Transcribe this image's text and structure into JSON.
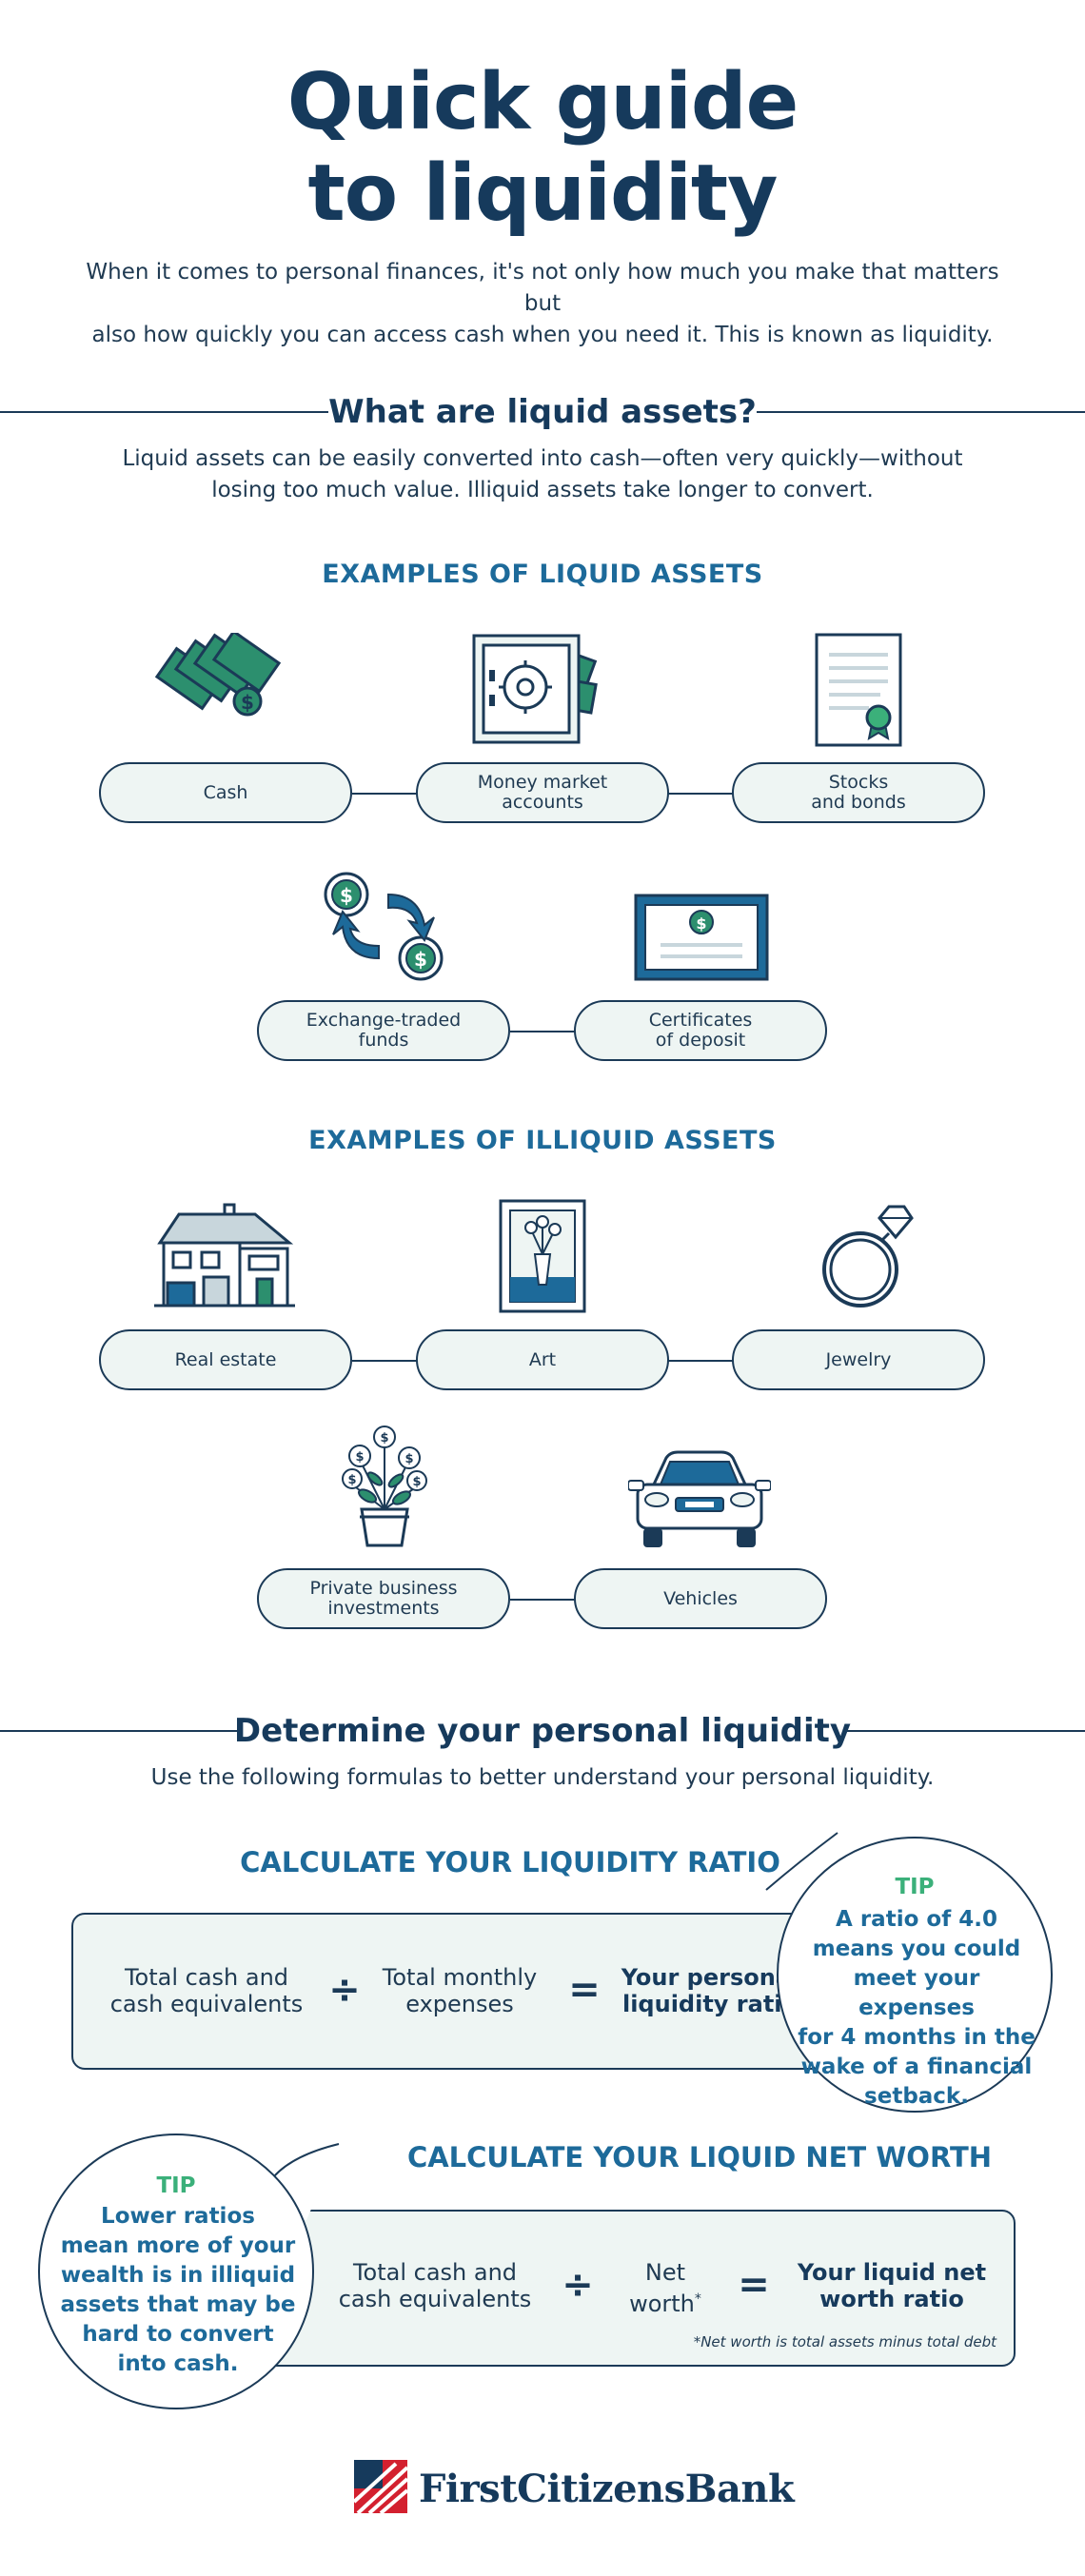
{
  "header": {
    "title_line1": "Quick guide",
    "title_line2": "to liquidity",
    "intro_line1": "When it comes to personal finances, it's not only how much you make that matters but",
    "intro_line2": "also how quickly you can access cash when you need it. This is known as liquidity."
  },
  "liquid_section": {
    "title": "What are liquid assets?",
    "desc_line1": "Liquid assets can be easily converted into cash—often very quickly—without",
    "desc_line2": "losing too much value. Illiquid assets take longer to convert.",
    "liquid_heading": "EXAMPLES OF LIQUID ASSETS",
    "liquid_items": [
      {
        "line1": "Cash",
        "line2": "",
        "icon": "cash-icon"
      },
      {
        "line1": "Money market",
        "line2": "accounts",
        "icon": "safe-icon"
      },
      {
        "line1": "Stocks",
        "line2": "and bonds",
        "icon": "certificate-document-icon"
      },
      {
        "line1": "Exchange-traded",
        "line2": "funds",
        "icon": "exchange-coins-icon"
      },
      {
        "line1": "Certificates",
        "line2": "of deposit",
        "icon": "deposit-certificate-icon"
      }
    ],
    "illiquid_heading": "EXAMPLES OF ILLIQUID ASSETS",
    "illiquid_items": [
      {
        "line1": "Real estate",
        "line2": "",
        "icon": "house-icon"
      },
      {
        "line1": "Art",
        "line2": "",
        "icon": "framed-art-icon"
      },
      {
        "line1": "Jewelry",
        "line2": "",
        "icon": "diamond-ring-icon"
      },
      {
        "line1": "Private business",
        "line2": "investments",
        "icon": "money-plant-icon"
      },
      {
        "line1": "Vehicles",
        "line2": "",
        "icon": "car-icon"
      }
    ]
  },
  "personal_section": {
    "title": "Determine your personal liquidity",
    "desc": "Use the following formulas to better understand your personal liquidity.",
    "ratio": {
      "heading": "CALCULATE YOUR LIQUIDITY RATIO",
      "term1_line1": "Total cash and",
      "term1_line2": "cash equivalents",
      "op1": "÷",
      "term2_line1": "Total monthly",
      "term2_line2": "expenses",
      "op2": "=",
      "result_line1": "Your personal",
      "result_line2": "liquidity ratio",
      "tip_label": "TIP",
      "tip_lines": [
        "A ratio of 4.0",
        "means you could",
        "meet your expenses",
        "for 4 months in the",
        "wake of a financial",
        "setback."
      ]
    },
    "networth": {
      "heading": "CALCULATE YOUR LIQUID NET WORTH",
      "term1_line1": "Total cash and",
      "term1_line2": "cash equivalents",
      "op1": "÷",
      "term2_line1": "Net",
      "term2_line2": "worth",
      "term2_mark": "*",
      "op2": "=",
      "result_line1": "Your liquid net",
      "result_line2": "worth ratio",
      "footnote": "*Net worth is total assets minus total debt",
      "tip_label": "TIP",
      "tip_lines": [
        "Lower ratios",
        "mean more of your",
        "wealth is in illiquid",
        "assets that may be",
        "hard to convert",
        "into cash."
      ]
    }
  },
  "footer": {
    "brand": "FirstCitizensBank"
  },
  "colors": {
    "navy": "#163a5c",
    "teal_blue": "#1d6a9a",
    "green": "#2c8f6e",
    "tip_green": "#3bb07a",
    "pill_bg": "#eef5f3",
    "brand_red": "#d3202f"
  }
}
